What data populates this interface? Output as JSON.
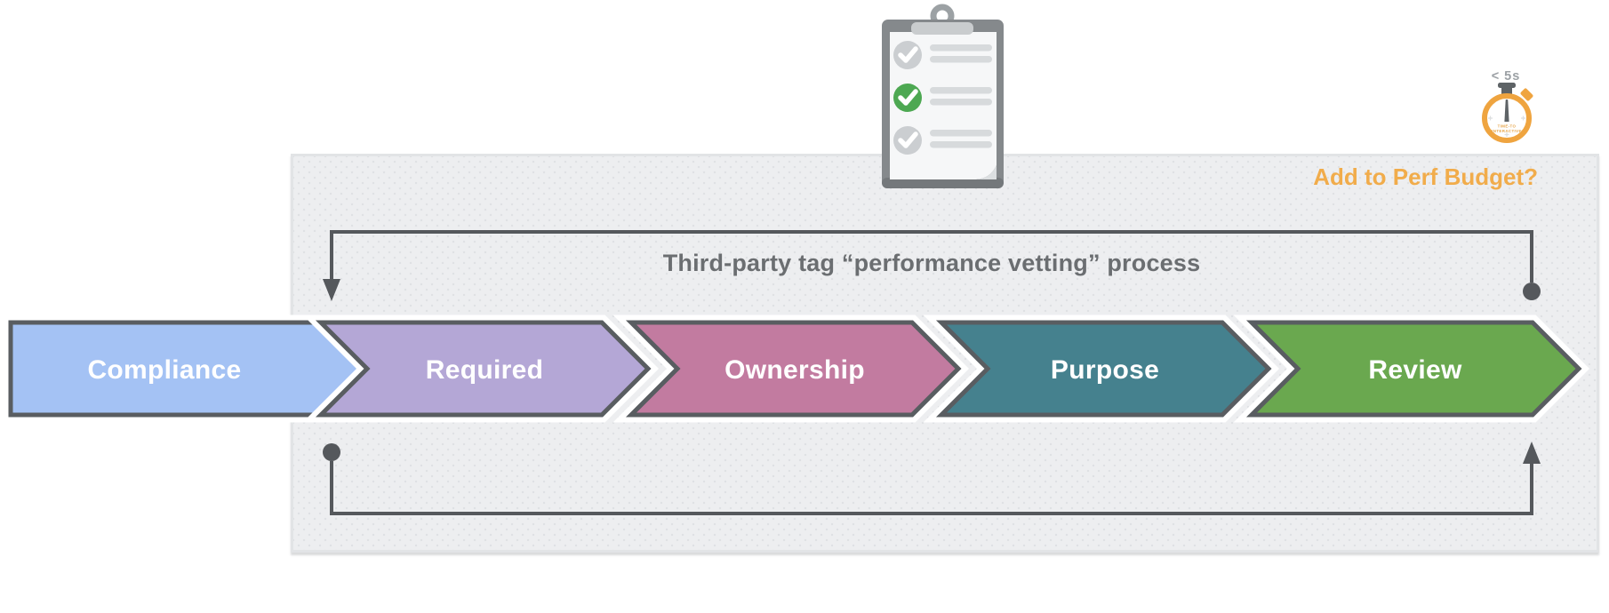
{
  "panel": {
    "title": "Third-party tag “performance vetting” process",
    "perf_budget_label": "Add to Perf Budget?"
  },
  "stopwatch": {
    "time_label": "< 5s",
    "dial_line1": "TIME-TO",
    "dial_line2": "INTERACTIVE"
  },
  "stages": [
    {
      "label": "Compliance",
      "color": "#A4C2F4"
    },
    {
      "label": "Required",
      "color": "#B4A7D6"
    },
    {
      "label": "Ownership",
      "color": "#C27BA0"
    },
    {
      "label": "Purpose",
      "color": "#45818E"
    },
    {
      "label": "Review",
      "color": "#6AA84F"
    }
  ],
  "colors": {
    "stage_border": "#595D61",
    "connector": "#55585C",
    "panel_background": "#EDEEF0",
    "accent_orange": "#EFA43F",
    "check_green": "#4DA852",
    "check_gray": "#CBCED1",
    "title_gray": "#6B6E71"
  }
}
